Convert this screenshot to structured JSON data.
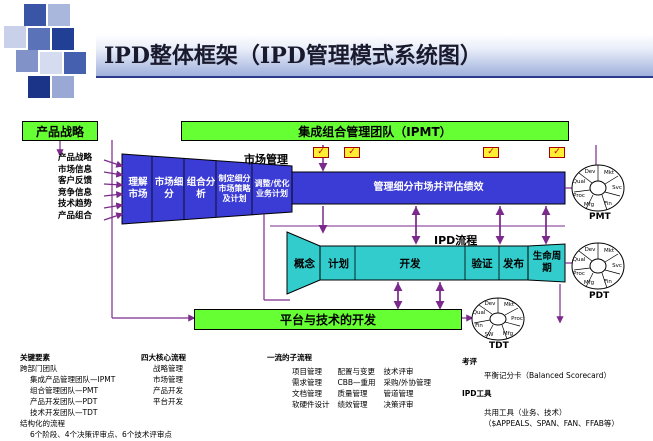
{
  "title": "IPD整体框架（IPD管理模式系统图）",
  "product_strategy": "产品战略",
  "ipmt": "集成组合管理团队（IPMT）",
  "platform": "平台与技术的开发",
  "market_mgmt": "市场管理",
  "ipd_flow": "IPD流程",
  "inputs": [
    "产品战略",
    "市场信息",
    "客户反馈",
    "竞争信息",
    "技术趋势",
    "产品组合"
  ],
  "funnel_steps": [
    "理解市场",
    "市场细分",
    "组合分析",
    "制定细分市场策略及计划",
    "调整/优化业务计划"
  ],
  "market_bar": "管理细分市场并评估绩效",
  "ipd_phases": [
    "概念",
    "计划",
    "开发",
    "验证",
    "发布",
    "生命周期"
  ],
  "wheel_labels": [
    "Dev",
    "Mkt",
    "Svc",
    "Fin",
    "Mfg",
    "Proc",
    "Qual"
  ],
  "wheel_labels_tdt": [
    "Dev",
    "Mkt",
    "Proc",
    "Mfg",
    "SW",
    "Fin",
    "Qual"
  ],
  "pmt": "PMT",
  "pdt": "PDT",
  "tdt": "TDT",
  "checks": [
    "✓",
    "✓",
    "✓",
    "✓"
  ],
  "footer": {
    "col1": {
      "head": "关键要素",
      "lines": [
        "跨部门团队",
        "集成产品管理团队—IPMT",
        "组合管理团队—PMT",
        "产品开发团队—PDT",
        "技术开发团队—TDT",
        "结构化的流程",
        "6个阶段、4个决策评审点、6个技术评审点"
      ]
    },
    "col2": {
      "head": "四大核心流程",
      "lines": [
        "战略管理",
        "市场管理",
        "产品开发",
        "平台开发"
      ]
    },
    "col3": {
      "head": "一流的子流程",
      "a": [
        "项目管理",
        "需求管理",
        "文档管理",
        "软硬件设计"
      ],
      "b": [
        "配置与变更",
        "CBB—重用",
        "质量管理",
        "绩效管理"
      ],
      "c": [
        "技术评审",
        "采购/外协管理",
        "管道管理",
        "决策评审"
      ]
    },
    "col4": {
      "h1": "考评",
      "l1": "平衡记分卡（Balanced Scorecard）",
      "h2": "IPD工具",
      "l2": "共用工具（业务、技术）",
      "l3": "（$APPEALS、SPAN、FAN、FFAB等）"
    }
  }
}
